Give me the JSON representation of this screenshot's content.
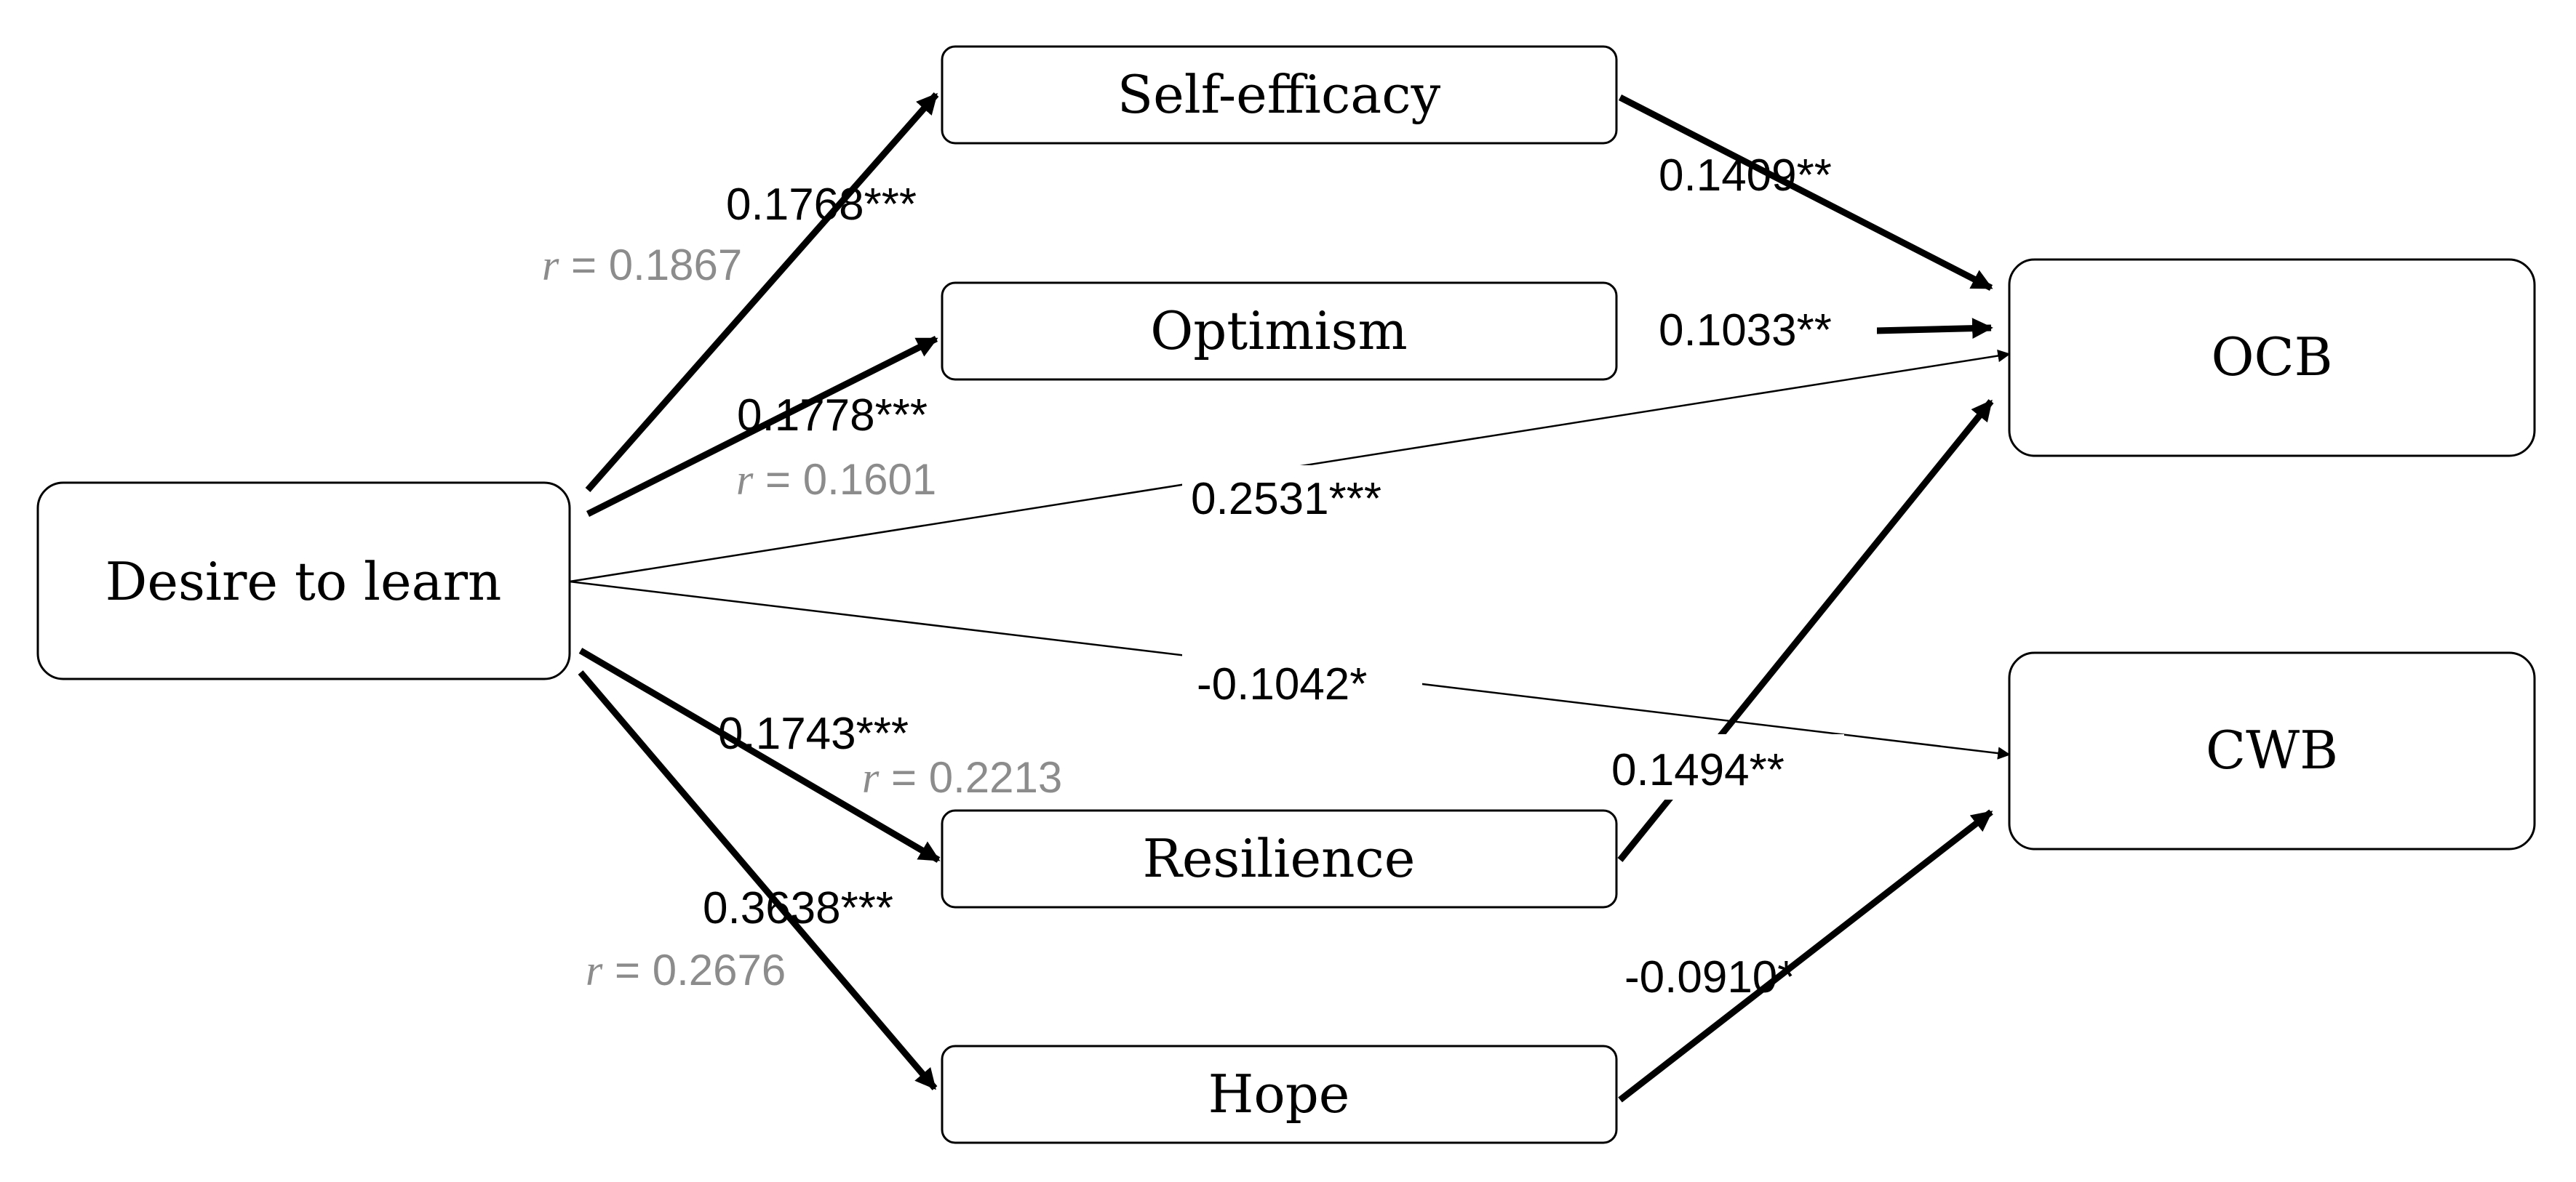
{
  "nodes": {
    "desire": "Desire to learn",
    "self_efficacy": "Self-efficacy",
    "optimism": "Optimism",
    "resilience": "Resilience",
    "hope": "Hope",
    "ocb": "OCB",
    "cwb": "CWB"
  },
  "paths": {
    "desire_to_self_efficacy": {
      "coef": "0.1768***",
      "r_symbol": "r",
      "r_value": "= 0.1867"
    },
    "desire_to_optimism": {
      "coef": "0.1778***",
      "r_symbol": "r",
      "r_value": "= 0.1601"
    },
    "desire_to_resilience": {
      "coef": "0.1743***",
      "r_symbol": "r",
      "r_value": "= 0.2213"
    },
    "desire_to_hope": {
      "coef": "0.3638***",
      "r_symbol": "r",
      "r_value": "= 0.2676"
    },
    "desire_to_ocb": {
      "coef": "0.2531***"
    },
    "desire_to_cwb": {
      "coef": "-0.1042*"
    },
    "self_efficacy_to_ocb": {
      "coef": "0.1409**"
    },
    "optimism_to_ocb": {
      "coef": "0.1033**"
    },
    "resilience_to_ocb": {
      "coef": "0.1494**"
    },
    "hope_to_cwb": {
      "coef": "-0.0910*"
    }
  },
  "colors": {
    "stroke": "#000000",
    "correlation_text": "#8c8c8c",
    "background": "#ffffff"
  }
}
